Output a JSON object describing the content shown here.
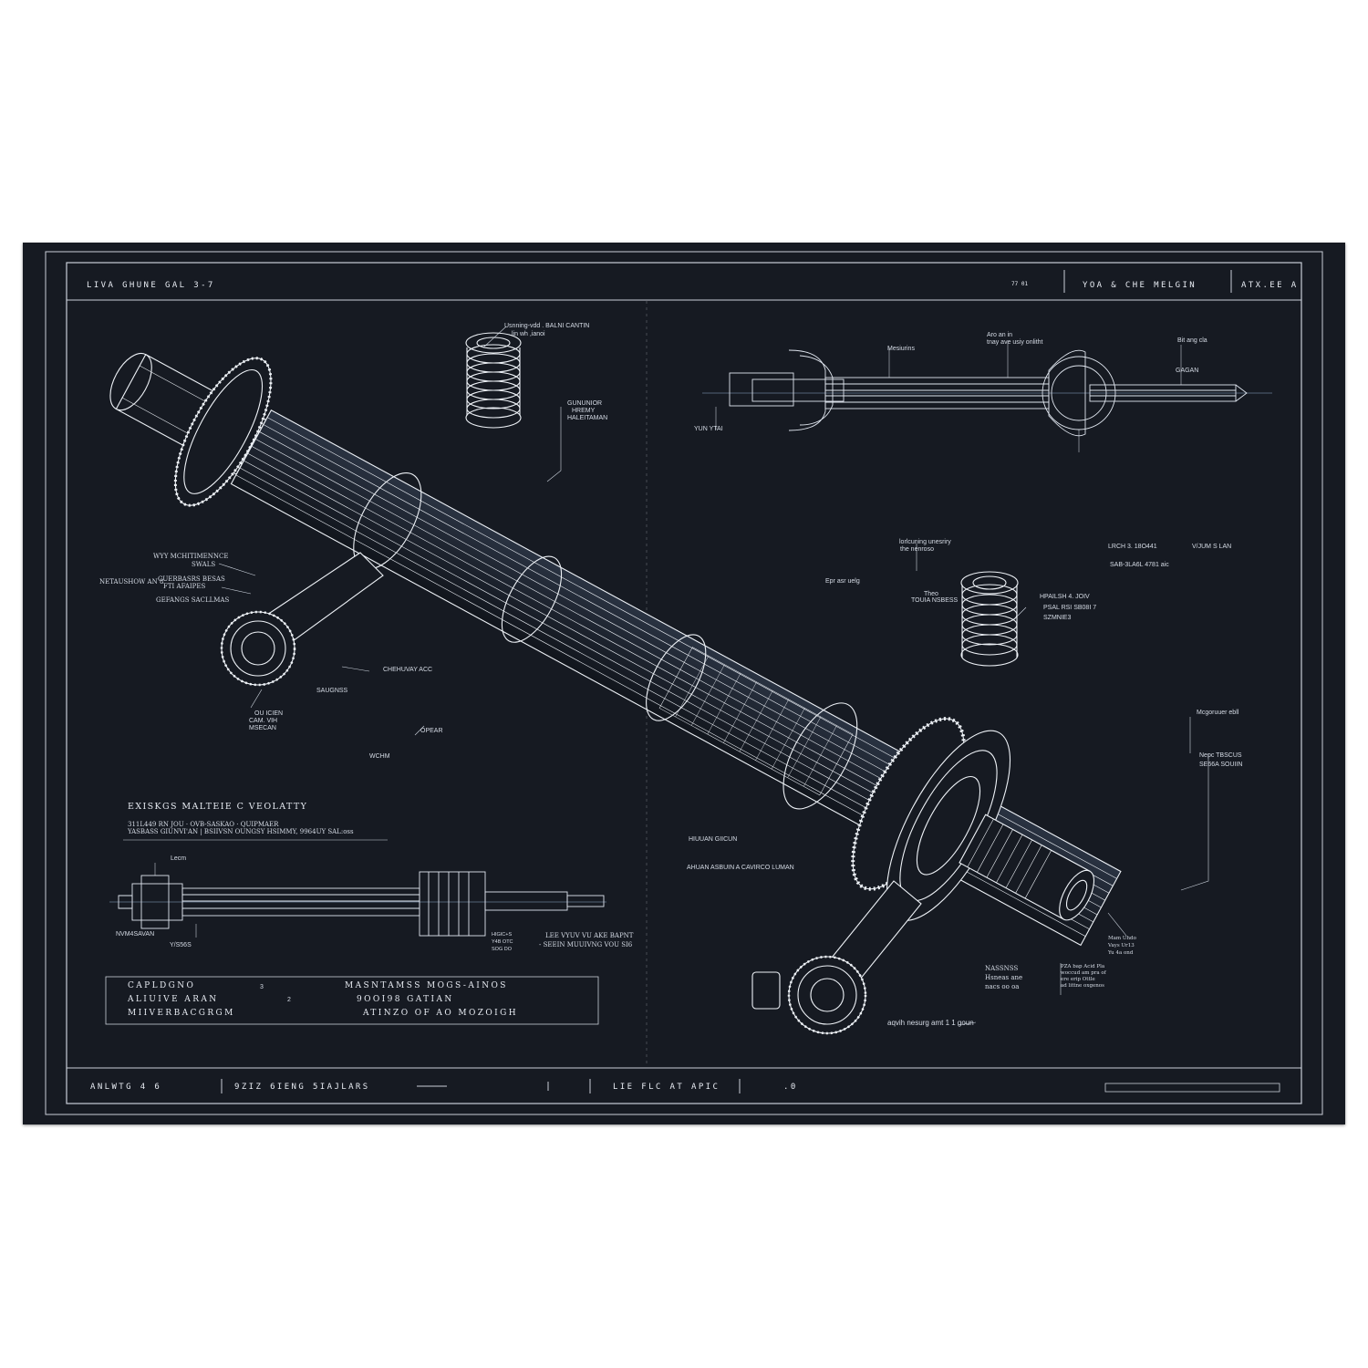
{
  "title_block": {
    "top_left": "LIVA GHUNE GAL 3-7",
    "top_mid_small": "77 01",
    "top_right_1": "YOA & CHE MELGIN",
    "top_right_2": "ATX.EE A",
    "bottom_1": "ANLWTG 4 6",
    "bottom_2": "9ZIZ 6IENG 5IAJLARS",
    "bottom_3": "LIE FLC AT APIC",
    "bottom_4": ".0"
  },
  "top_right_view": {
    "label_1": "Mesiurins",
    "label_2": "Aro an in",
    "label_3": "tnay ave usiy onlitht",
    "label_4": "Bit ang cla",
    "label_5": "GAGAN",
    "label_6": "YUN YTAI"
  },
  "main_callouts": {
    "c1": "Usnning-vdd . BALNI CANTIN",
    "c2": "lin wh ,ianoi",
    "c3": "GUNUNIOR",
    "c4": "HREMY",
    "c5": "HALEITAMAN",
    "c6": "WYY MCHITIMENNCE",
    "c7": "SWALS",
    "c8": "NETAUSHOW AN 8",
    "c9": "CUERBASRS BESAS",
    "c10": "FTI AFAIPES",
    "c11": "GEFANGS SACLLMAS",
    "c12": "CHEHUVAY ACC",
    "c13": "SAUGNSS",
    "c14": "OU ICIEN",
    "c15": "CAM. VIH",
    "c16": "MSECAN",
    "c17": "OPEAR",
    "c18": "WCHM",
    "c19": "lorlcuning unesriry",
    "c20": "the nenroso",
    "c21": "Epr asr uelg",
    "c22": "Theo",
    "c23": "TOUIA NSBESS",
    "c24": "LRCH 3. 18O441",
    "c25": "V/JUM S LAN",
    "c26": "SAB-3LA6L 4781 aic",
    "c27": "HPAILSH 4. JOIV",
    "c28": "PSAL RSI SB08I 7",
    "c29": "SZMNIE3",
    "c30": "Mcgoruuer ebll",
    "c31": "Nepc TBSCUS",
    "c32": "SE66A SOUIIN",
    "c33": "HIUUAN GIICUN",
    "c34": "AHUAN ASBUIN A CAVIRCO LUMAN",
    "c35": "NASSNSS",
    "c36": "Hsneas ane",
    "c37": "nacs oo oa",
    "c38": "PZA bap Acid Pla",
    "c39": "woccud am pra of",
    "c40": "ere erip Ottle",
    "c41": "ad littne oxgenos",
    "c42": "Mam Uhdo",
    "c43": "Vays Ur13",
    "c44": "Yu 4a ond",
    "c45": "aqvih nesurg amt 1 1 goun"
  },
  "left_panel": {
    "heading": "EXISKGS MALTEIE C VEOLATTY",
    "line_1": "311L449 RN JOU  · OVB-SASKAO  · QUIPMAER",
    "line_2": "YASBASS GIUNVI'AN | BSIIVSN OUNGSY HSIMMY, 9964UY SAL:oss",
    "side_label_1": "Lecm",
    "side_label_2": "NVM4SAVAN",
    "side_label_3": "Y/S56S",
    "side_label_4": "HIGIC+S",
    "side_label_5": "Y4B OTC",
    "side_label_6": "SOG DO",
    "note_1": "LEE VYUV VU AKE BAPNT",
    "note_2": "- SEEIN MUUIVNG VOU SI6"
  },
  "spec_table": {
    "col1": [
      "CAPLDGNO",
      "ALIUIVE ARAN",
      "MIIVERBACGRGM"
    ],
    "marker_1": "3",
    "marker_2": "2",
    "col2": [
      "MASNTAMSS MOGS-AINOS",
      "9OOI98 GATIAN",
      "ATINZO OF AO MOZOIGH"
    ]
  },
  "colors": {
    "paper": "#161a22",
    "ink": "#e7ebf2",
    "accent_blue": "#7b9cc4",
    "frame": "#c9cfd8"
  }
}
